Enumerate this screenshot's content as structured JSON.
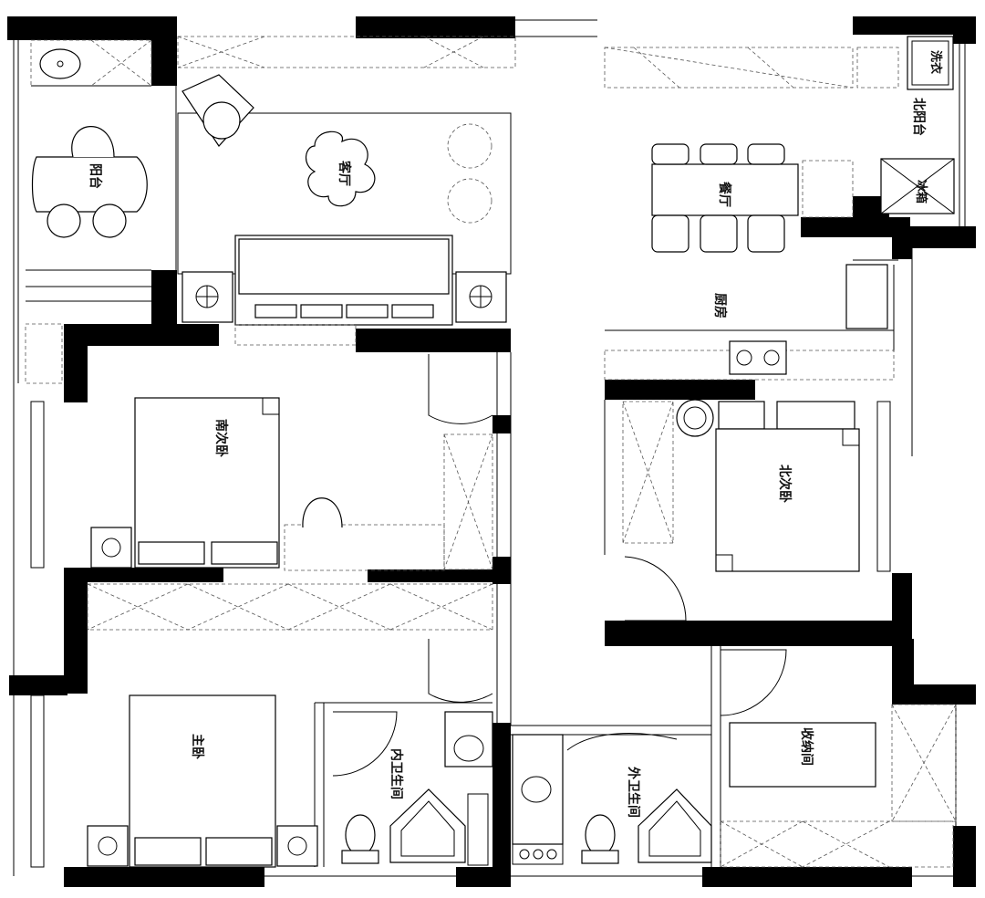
{
  "rooms": {
    "balcony_south": "阳台",
    "living": "客厅",
    "dining": "餐厅",
    "balcony_north": "北阳台",
    "kitchen": "厨房",
    "bedroom_south": "南次卧",
    "bedroom_north": "北次卧",
    "master": "主卧",
    "bath_inner": "内卫生间",
    "bath_outer": "外卫生间",
    "storage": "收纳间"
  },
  "appliances": {
    "washer": "洗衣",
    "fridge": "冰箱"
  }
}
